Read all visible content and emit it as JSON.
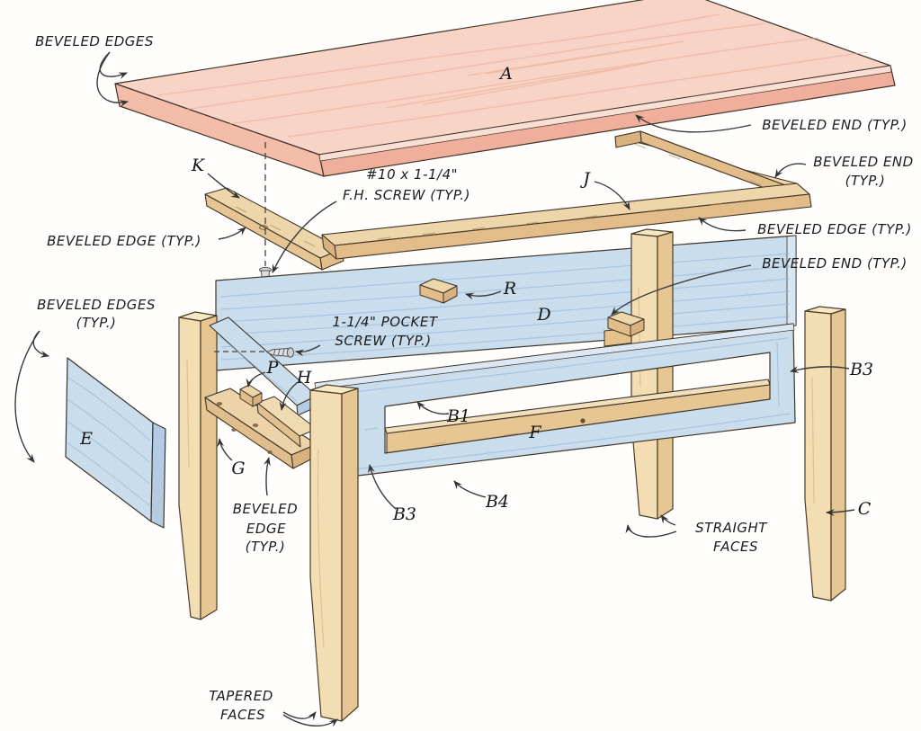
{
  "diagram_title": "Exploded table assembly diagram",
  "colors": {
    "top_pink": "#f7d4c5",
    "top_pink_edge": "#efaf9c",
    "wood_tan": "#eed6ab",
    "wood_tan_dark": "#e2bd8a",
    "apron_blue": "#c9dded",
    "apron_blue_dark": "#b3cce4",
    "line": "#3f3428",
    "label_text": "#1c1c1c"
  },
  "labels": [
    {
      "id": "beveled-edges-top",
      "lines": [
        "BEVELED EDGES"
      ]
    },
    {
      "id": "part-a",
      "lines": [
        "A"
      ]
    },
    {
      "id": "beveled-end-right-1",
      "lines": [
        "BEVELED END (TYP.)"
      ]
    },
    {
      "id": "part-k",
      "lines": [
        "K"
      ]
    },
    {
      "id": "fh-screw-note",
      "lines": [
        "#10 x 1-1/4\"",
        "F.H. SCREW (TYP.)"
      ]
    },
    {
      "id": "part-j",
      "lines": [
        "J"
      ]
    },
    {
      "id": "beveled-end-right-2",
      "lines": [
        "BEVELED END",
        "(TYP.)"
      ]
    },
    {
      "id": "beveled-edge-right",
      "lines": [
        "BEVELED EDGE (TYP.)"
      ]
    },
    {
      "id": "beveled-end-right-3",
      "lines": [
        "BEVELED END (TYP.)"
      ]
    },
    {
      "id": "beveled-edge-left",
      "lines": [
        "BEVELED EDGE (TYP.)"
      ]
    },
    {
      "id": "beveled-edges-left",
      "lines": [
        "BEVELED EDGES",
        "(TYP.)"
      ]
    },
    {
      "id": "pocket-screw-note",
      "lines": [
        "1-1/4\" POCKET",
        "SCREW (TYP.)"
      ]
    },
    {
      "id": "part-r",
      "lines": [
        "R"
      ]
    },
    {
      "id": "part-d",
      "lines": [
        "D"
      ]
    },
    {
      "id": "part-p",
      "lines": [
        "P"
      ]
    },
    {
      "id": "part-h",
      "lines": [
        "H"
      ]
    },
    {
      "id": "part-b1",
      "lines": [
        "B1"
      ]
    },
    {
      "id": "part-b3-right",
      "lines": [
        "B3"
      ]
    },
    {
      "id": "part-e",
      "lines": [
        "E"
      ]
    },
    {
      "id": "part-g",
      "lines": [
        "G"
      ]
    },
    {
      "id": "part-f",
      "lines": [
        "F"
      ]
    },
    {
      "id": "part-b4",
      "lines": [
        "B4"
      ]
    },
    {
      "id": "part-b3-left",
      "lines": [
        "B3"
      ]
    },
    {
      "id": "beveled-edge-bottom",
      "lines": [
        "BEVELED",
        "EDGE",
        "(TYP.)"
      ]
    },
    {
      "id": "straight-faces",
      "lines": [
        "STRAIGHT",
        "FACES"
      ]
    },
    {
      "id": "part-c",
      "lines": [
        "C"
      ]
    },
    {
      "id": "tapered-faces",
      "lines": [
        "TAPERED",
        "FACES"
      ]
    }
  ]
}
